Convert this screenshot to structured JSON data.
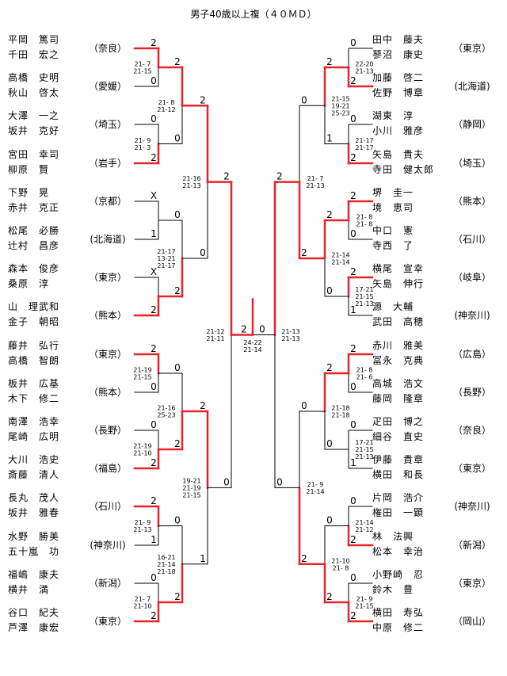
{
  "title": "男子40歳以上複（４０ＭＤ）",
  "left_pairs": [
    {
      "p1": "平岡　篤司",
      "p2": "千田　宏之",
      "pref": "（奈良）"
    },
    {
      "p1": "高橋　史明",
      "p2": "秋山　啓太",
      "pref": "（愛媛）"
    },
    {
      "p1": "大澤　一之",
      "p2": "坂井　克好",
      "pref": "（埼玉）"
    },
    {
      "p1": "宮田　幸司",
      "p2": "柳原　賢",
      "pref": "（岩手）"
    },
    {
      "p1": "下野　晃",
      "p2": "赤井　克正",
      "pref": "（京都）"
    },
    {
      "p1": "松尾　必勝",
      "p2": "辻村　昌彦",
      "pref": "(北海道)"
    },
    {
      "p1": "森本　俊彦",
      "p2": "桑原　淳",
      "pref": "（東京）"
    },
    {
      "p1": "山　理武和",
      "p2": "金子　朝昭",
      "pref": "（熊本）"
    },
    {
      "p1": "藤井　弘行",
      "p2": "高橋　智朗",
      "pref": "（東京）"
    },
    {
      "p1": "板井　広基",
      "p2": "木下　修二",
      "pref": "（熊本）"
    },
    {
      "p1": "南澤　浩幸",
      "p2": "尾崎　広明",
      "pref": "（長野）"
    },
    {
      "p1": "大川　浩史",
      "p2": "斎藤　清人",
      "pref": "（福島）"
    },
    {
      "p1": "長丸　茂人",
      "p2": "坂井　雅春",
      "pref": "（石川）"
    },
    {
      "p1": "水野　勝美",
      "p2": "五十嵐　功",
      "pref": "(神奈川)"
    },
    {
      "p1": "福嶋　康夫",
      "p2": "横井　満",
      "pref": "（新潟）"
    },
    {
      "p1": "谷口　紀夫",
      "p2": "芦澤　康宏",
      "pref": "（東京）"
    }
  ],
  "right_pairs": [
    {
      "p1": "田中　藤夫",
      "p2": "蓼沼　康史",
      "pref": "（東京）"
    },
    {
      "p1": "加藤　啓二",
      "p2": "佐野　博章",
      "pref": "(北海道)"
    },
    {
      "p1": "湖東　淳",
      "p2": "小川　雅彦",
      "pref": "（静岡）"
    },
    {
      "p1": "矢島　貴夫",
      "p2": "寺田　健太郎",
      "pref": "（埼玉）"
    },
    {
      "p1": "堺　圭一",
      "p2": "境　恵司",
      "pref": "（熊本）"
    },
    {
      "p1": "中口　憲",
      "p2": "寺西　了",
      "pref": "（石川）"
    },
    {
      "p1": "横尾　宣幸",
      "p2": "矢島　伸行",
      "pref": "（岐阜）"
    },
    {
      "p1": "源　大輔",
      "p2": "武田　高穂",
      "pref": "(神奈川)"
    },
    {
      "p1": "赤川　雅美",
      "p2": "冨永　克典",
      "pref": "（広島）"
    },
    {
      "p1": "高城　浩文",
      "p2": "藤岡　隆章",
      "pref": "（長野）"
    },
    {
      "p1": "疋田　博之",
      "p2": "細谷　直史",
      "pref": "（奈良）"
    },
    {
      "p1": "伊藤　貴章",
      "p2": "横田　和長",
      "pref": "（東京）"
    },
    {
      "p1": "片岡　浩介",
      "p2": "権田　一顕",
      "pref": "(神奈川)"
    },
    {
      "p1": "林　法興",
      "p2": "松本　幸治",
      "pref": "（新潟）"
    },
    {
      "p1": "小野崎　忍",
      "p2": "鈴木　豊",
      "pref": "（東京）"
    },
    {
      "p1": "横田　寿弘",
      "p2": "中原　修二",
      "pref": "（岡山）"
    }
  ],
  "left_r1": [
    {
      "top": "2",
      "bot": "0",
      "games": "21- 7\n21-15"
    },
    {
      "top": "0",
      "bot": "2",
      "games": "21- 9\n21- 3"
    },
    {
      "top": "X",
      "bot": "1",
      "games": ""
    },
    {
      "top": "X",
      "bot": "2",
      "games": ""
    },
    {
      "top": "2",
      "bot": "0",
      "games": "21-19\n21-15"
    },
    {
      "top": "0",
      "bot": "2",
      "games": "21-19\n21-10"
    },
    {
      "top": "2",
      "bot": "1",
      "games": "21- 9\n21-13"
    },
    {
      "top": "0",
      "bot": "2",
      "games": "21- 7\n21-10"
    }
  ],
  "left_r2": [
    {
      "top": "2",
      "bot": "0",
      "games": "21- 8\n21-12"
    },
    {
      "top": "0",
      "bot": "2",
      "games": "21-17\n13-21\n21-17"
    },
    {
      "top": "0",
      "bot": "2",
      "games": "21-16\n25-23"
    },
    {
      "top": "0",
      "bot": "2",
      "games": "16-21\n21-14\n21-18"
    }
  ],
  "left_r3": [
    {
      "top": "2",
      "bot": "0",
      "games": "21-16\n21-13"
    },
    {
      "top": "2",
      "bot": "1",
      "games": "19-21\n21-19\n21-15"
    }
  ],
  "left_r4": {
    "top": "2",
    "bot": "0",
    "games": "21-12\n21-11"
  },
  "right_r1": [
    {
      "top": "0",
      "bot": "2",
      "games": "22-20\n21-13"
    },
    {
      "top": "0",
      "bot": "2",
      "games": "21-17\n21-17"
    },
    {
      "top": "2",
      "bot": "0",
      "games": "21- 8\n21- 8"
    },
    {
      "top": "2",
      "bot": "1",
      "games": "17-21\n21-15\n21-13"
    },
    {
      "top": "2",
      "bot": "0",
      "games": "21- 8\n21- 6"
    },
    {
      "top": "0",
      "bot": "1",
      "games": "17-21\n21-15\n21-13"
    },
    {
      "top": "0",
      "bot": "2",
      "games": "21-14\n21-12"
    },
    {
      "top": "0",
      "bot": "2",
      "games": "21- 9\n21-15"
    }
  ],
  "right_r2": [
    {
      "top": "2",
      "bot": "1",
      "games": "21-15\n19-21\n25-23"
    },
    {
      "top": "2",
      "bot": "0",
      "games": "21-14\n21-14"
    },
    {
      "top": "2",
      "bot": "0",
      "games": "21-18\n21-18"
    },
    {
      "top": "0",
      "bot": "2",
      "games": "21-10\n21- 8"
    }
  ],
  "right_r3": [
    {
      "top": "0",
      "bot": "2",
      "games": "21- 7\n21-13"
    },
    {
      "top": "0",
      "bot": "2",
      "games": "21- 9\n21-14"
    }
  ],
  "right_r4": {
    "top": "2",
    "bot": "0",
    "games": "21-13\n21-13"
  },
  "final": {
    "left_score": "2",
    "right_score": "0",
    "games": "24-22\n21-14"
  },
  "colors": {
    "win": "#e8222a",
    "line": "#000000"
  }
}
